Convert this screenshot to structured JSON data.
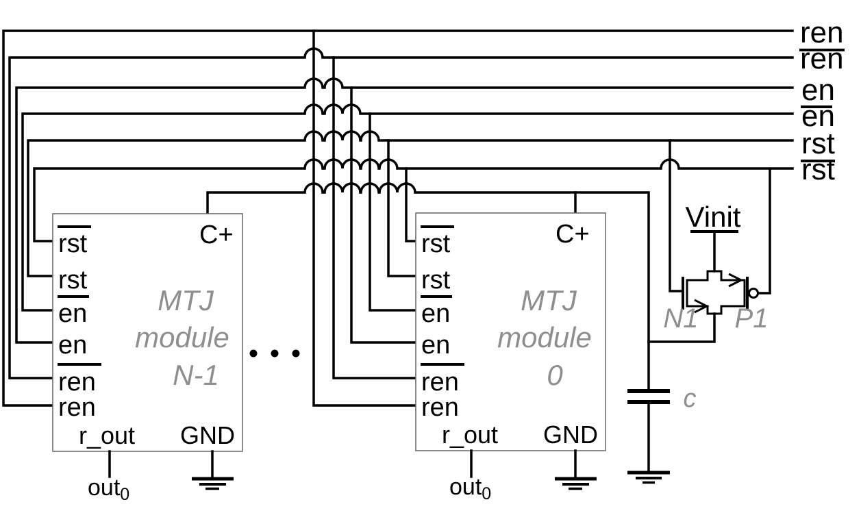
{
  "bus_labels": {
    "ren": "ren",
    "ren_bar": "ren",
    "en": "en",
    "en_bar": "en",
    "rst": "rst",
    "rst_bar": "rst"
  },
  "module_ports": {
    "rst_bar": "rst",
    "rst": "rst",
    "en_bar": "en",
    "en": "en",
    "ren_bar": "ren",
    "ren": "ren",
    "c_plus": "C+",
    "r_out": "r_out",
    "gnd": "GND"
  },
  "modules": [
    {
      "line1": "MTJ",
      "line2": "module",
      "line3": "N-1",
      "out_base": "out",
      "out_sub": "0"
    },
    {
      "line1": "MTJ",
      "line2": "module",
      "line3": "0",
      "out_base": "out",
      "out_sub": "0"
    }
  ],
  "init_circuit": {
    "vinit": "Vinit",
    "nmos_label": "N1",
    "pmos_label": "P1",
    "cap_label": "c"
  },
  "icons": {
    "ground": "ground-symbol",
    "ellipsis": "three-dots",
    "crossover": "wire-hop-arc"
  },
  "colors": {
    "wire": "#000000",
    "muted_text": "#8e8e8e",
    "box_border": "#6e6e6e",
    "background": "#ffffff"
  }
}
